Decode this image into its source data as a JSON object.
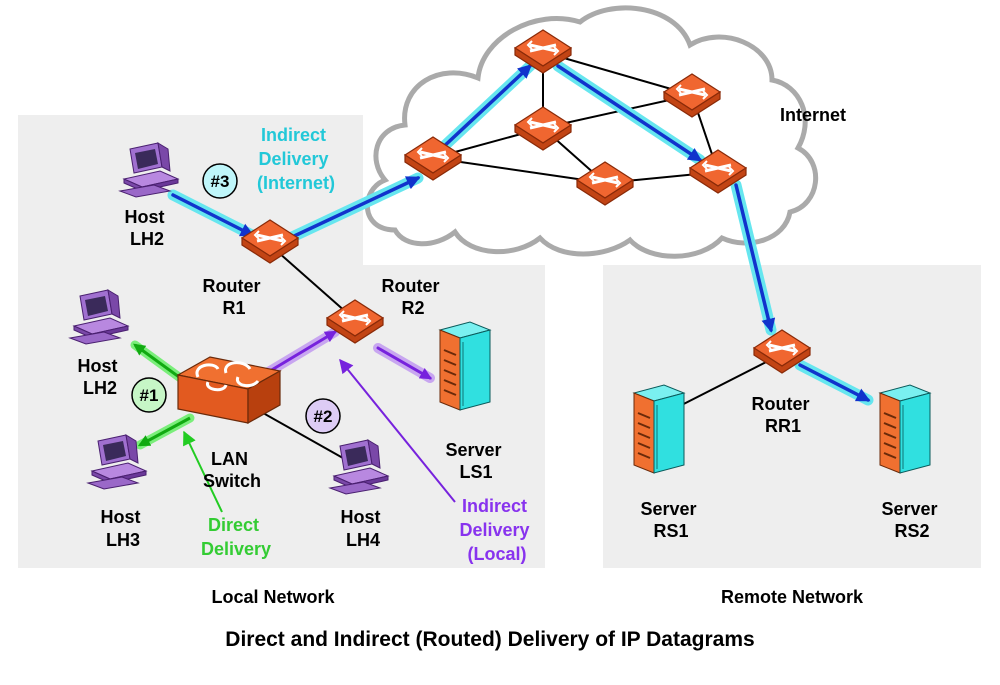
{
  "title": "Direct and Indirect (Routed) Delivery of IP Datagrams",
  "regions": {
    "local": "Local Network",
    "remote": "Remote Network",
    "internet": "Internet"
  },
  "nodes": {
    "host_lh2_top": [
      "Host",
      "LH2"
    ],
    "host_lh2": [
      "Host",
      "LH2"
    ],
    "host_lh3": [
      "Host",
      "LH3"
    ],
    "host_lh4": [
      "Host",
      "LH4"
    ],
    "router_r1": [
      "Router",
      "R1"
    ],
    "router_r2": [
      "Router",
      "R2"
    ],
    "router_rr1": [
      "Router",
      "RR1"
    ],
    "server_ls1": [
      "Server",
      "LS1"
    ],
    "server_rs1": [
      "Server",
      "RS1"
    ],
    "server_rs2": [
      "Server",
      "RS2"
    ],
    "lan_switch": [
      "LAN",
      "Switch"
    ]
  },
  "deliveries": {
    "direct": {
      "badge": "#1",
      "label": [
        "Direct",
        "Delivery"
      ],
      "color": "#33dd33"
    },
    "local": {
      "badge": "#2",
      "label": [
        "Indirect",
        "Delivery",
        "(Local)"
      ],
      "color": "#8833ee"
    },
    "internet": {
      "badge": "#3",
      "label": [
        "Indirect",
        "Delivery",
        "(Internet)"
      ],
      "color": "#22c8d8"
    }
  },
  "colors": {
    "router": "#ee5522",
    "server": "#22dddd",
    "host": "#9966cc",
    "region_bg": "#eeeeee"
  }
}
